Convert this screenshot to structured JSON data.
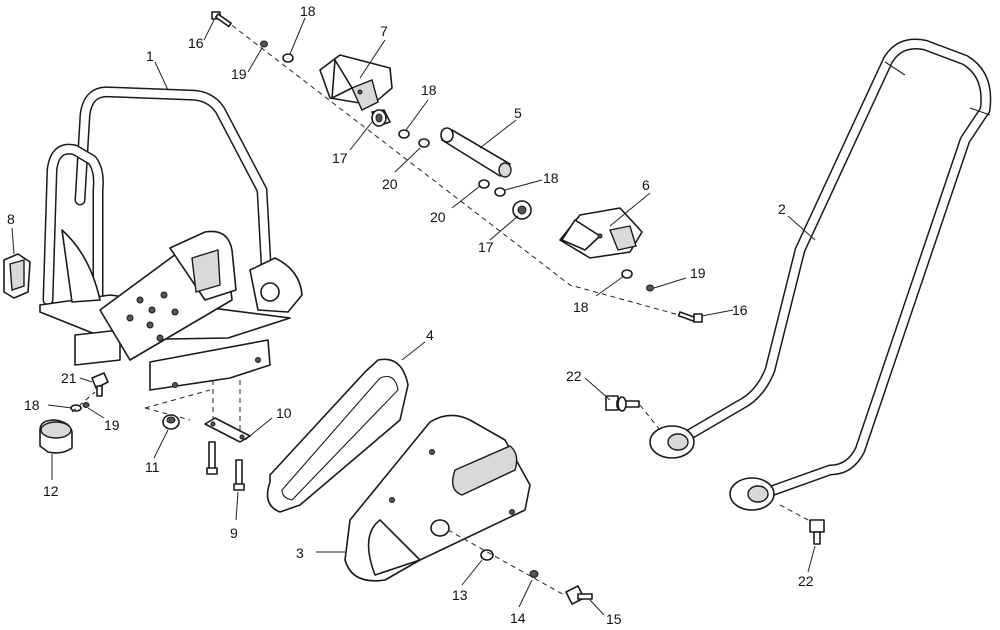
{
  "callouts": {
    "c1": "1",
    "c2": "2",
    "c3": "3",
    "c4": "4",
    "c5": "5",
    "c6": "6",
    "c7": "7",
    "c8": "8",
    "c9": "9",
    "c10": "10",
    "c11": "11",
    "c12": "12",
    "c13": "13",
    "c14": "14",
    "c15": "15",
    "c16a": "16",
    "c16b": "16",
    "c17a": "17",
    "c17b": "17",
    "c18a": "18",
    "c18b": "18",
    "c18c": "18",
    "c18d": "18",
    "c18e": "18",
    "c19a": "19",
    "c19b": "19",
    "c19c": "19",
    "c20a": "20",
    "c20b": "20",
    "c21": "21",
    "c22a": "22",
    "c22b": "22"
  }
}
